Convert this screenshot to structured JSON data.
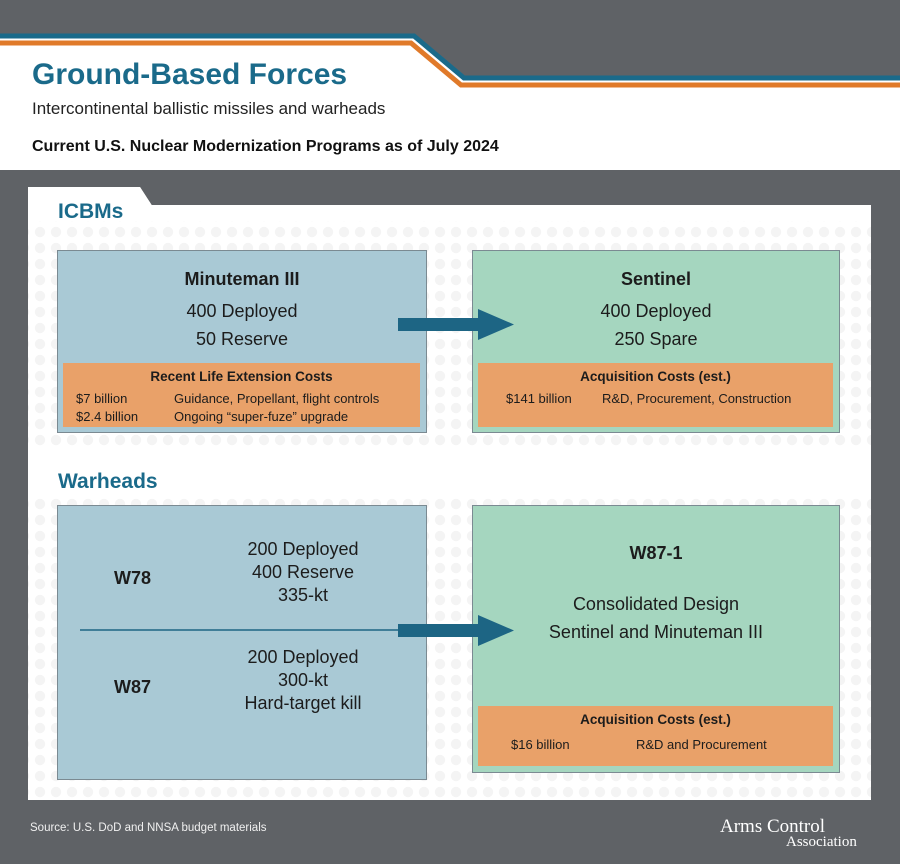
{
  "header": {
    "title": "Ground-Based Forces",
    "subtitle": "Intercontinental ballistic missiles and warheads",
    "program_line": "Current U.S. Nuclear Modernization Programs as of July 2024"
  },
  "colors": {
    "accent_blue": "#1a6a8a",
    "accent_orange": "#e07a2a",
    "gray_bg": "#5f6266",
    "current_box": "#a9c9d5",
    "future_box": "#a5d6bf",
    "cost_band": "#e9a169",
    "arrow": "#1d6584"
  },
  "icbms": {
    "section_label": "ICBMs",
    "current": {
      "name": "Minuteman III",
      "deployed": "400 Deployed",
      "reserve": "50 Reserve",
      "cost_title": "Recent Life Extension Costs",
      "costs": [
        {
          "amount": "$7 billion",
          "desc": "Guidance, Propellant, flight controls"
        },
        {
          "amount": "$2.4 billion",
          "desc": "Ongoing “super-fuze” upgrade"
        }
      ]
    },
    "future": {
      "name": "Sentinel",
      "deployed": "400 Deployed",
      "spare": "250 Spare",
      "cost_title": "Acquisition Costs (est.)",
      "cost_amount": "$141 billion",
      "cost_desc": "R&D, Procurement, Construction"
    }
  },
  "warheads": {
    "section_label": "Warheads",
    "w78": {
      "name": "W78",
      "line1": "200 Deployed",
      "line2": "400 Reserve",
      "line3": "335-kt"
    },
    "w87": {
      "name": "W87",
      "line1": "200 Deployed",
      "line2": "300-kt",
      "line3": "Hard-target kill"
    },
    "future": {
      "name": "W87-1",
      "line1": "Consolidated Design",
      "line2": "Sentinel and Minuteman III",
      "cost_title": "Acquisition Costs (est.)",
      "cost_amount": "$16 billion",
      "cost_desc": "R&D and Procurement"
    }
  },
  "footer": {
    "source": "Source: U.S. DoD and NNSA budget materials",
    "logo_line1": "Arms Control",
    "logo_line2": "Association"
  }
}
